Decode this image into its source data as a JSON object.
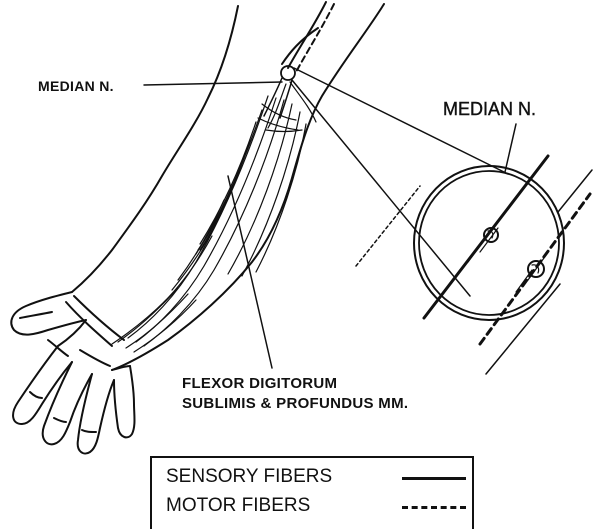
{
  "labels": {
    "median_nerve_arm": "MEDIAN N.",
    "median_nerve_detail": "MEDIAN N.",
    "flexor_line1": "FLEXOR DIGITORUM",
    "flexor_line2": "SUBLIMIS & PROFUNDUS MM."
  },
  "legend": {
    "items": [
      {
        "label": "SENSORY FIBERS",
        "style": "solid"
      },
      {
        "label": "MOTOR FIBERS",
        "style": "dashed"
      }
    ]
  },
  "colors": {
    "ink": "#111111",
    "background": "#ffffff"
  }
}
